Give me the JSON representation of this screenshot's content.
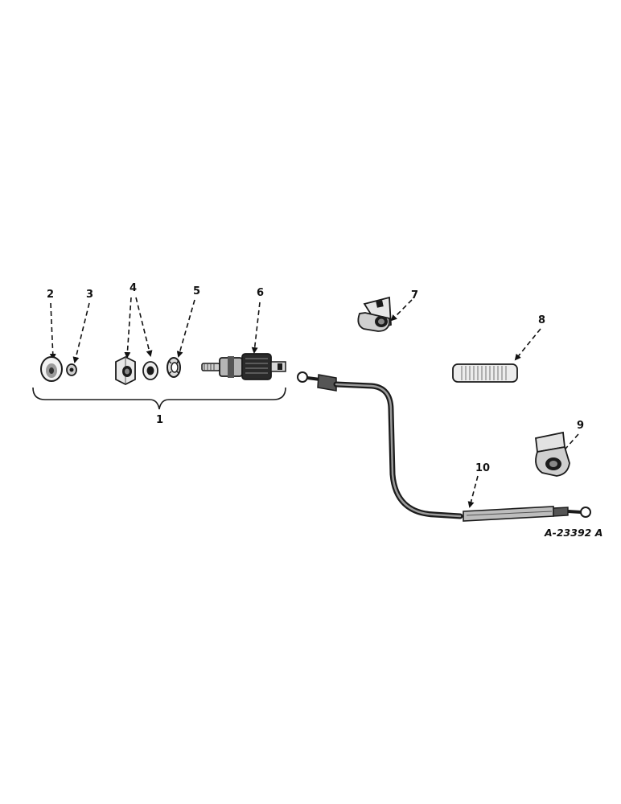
{
  "figure": {
    "reference_code": "A-23392 A",
    "callouts": [
      "1",
      "2",
      "3",
      "4",
      "5",
      "6",
      "7",
      "8",
      "9",
      "10"
    ]
  },
  "parts": [
    {
      "callout": "2",
      "depicts": "cap"
    },
    {
      "callout": "3",
      "depicts": "nut"
    },
    {
      "callout": "4",
      "depicts": "nuts"
    },
    {
      "callout": "5",
      "depicts": "lock-washer"
    },
    {
      "callout": "6",
      "depicts": "switch"
    },
    {
      "callout": "7",
      "depicts": "clip"
    },
    {
      "callout": "8",
      "depicts": "sleeve"
    },
    {
      "callout": "9",
      "depicts": "clip"
    },
    {
      "callout": "10",
      "depicts": "cable"
    },
    {
      "callout": "1",
      "depicts": "assembly-bracket"
    }
  ],
  "colors": {
    "ink": "#1b1b1b",
    "background": "#ffffff"
  }
}
